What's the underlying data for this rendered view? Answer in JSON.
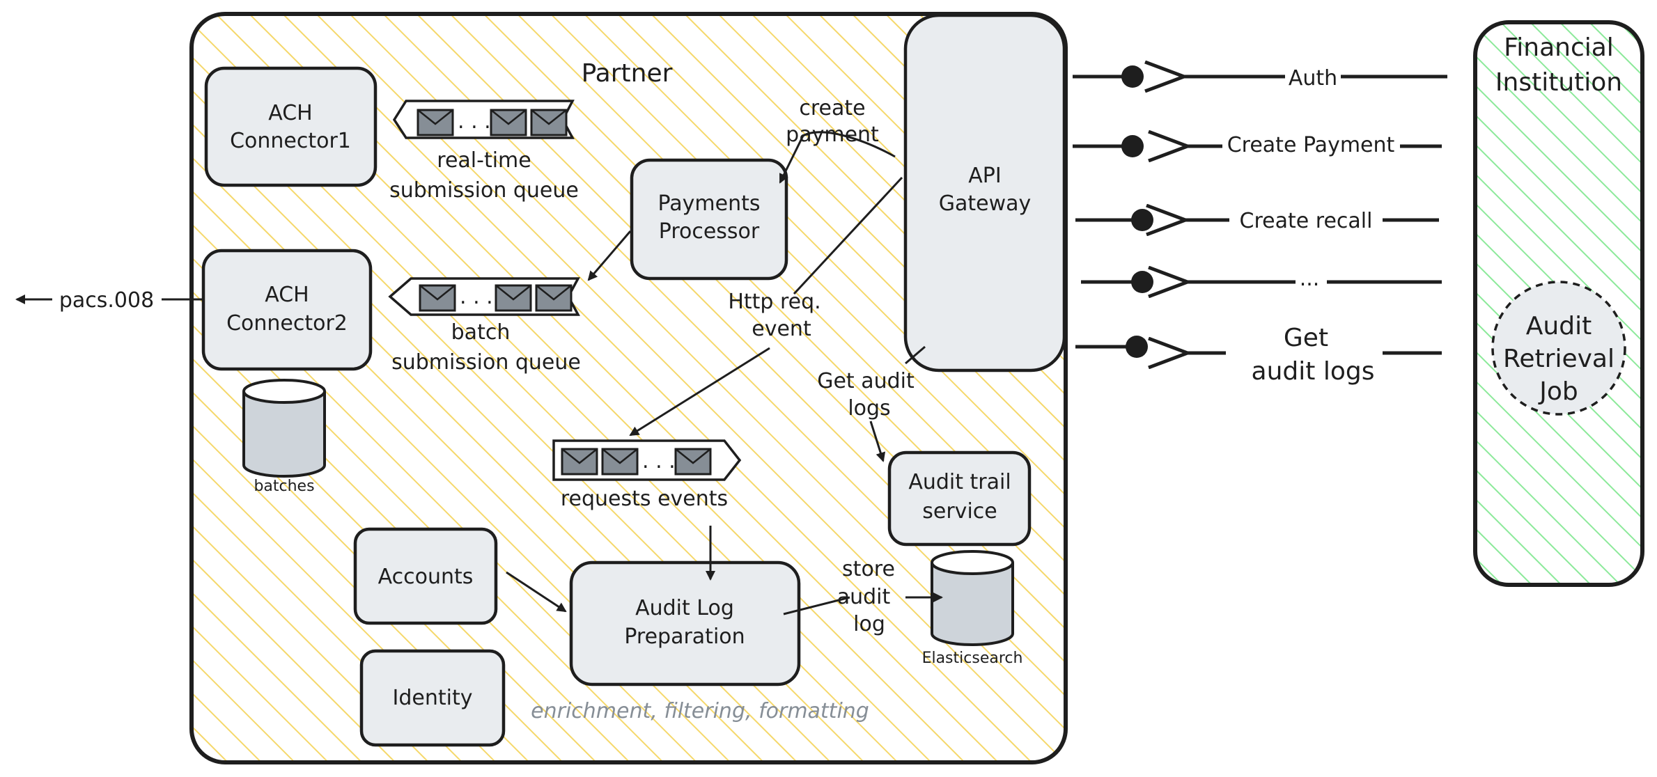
{
  "diagram": {
    "partner_label": "Partner",
    "financial_institution_label": [
      "Financial",
      "Institution"
    ],
    "nodes": {
      "ach_connector1": [
        "ACH",
        "Connector1"
      ],
      "ach_connector2": [
        "ACH",
        "Connector2"
      ],
      "payments_processor": [
        "Payments",
        "Processor"
      ],
      "api_gateway": [
        "API",
        "Gateway"
      ],
      "audit_trail_service": [
        "Audit trail",
        "service"
      ],
      "audit_log_preparation": [
        "Audit Log",
        "Preparation"
      ],
      "accounts": "Accounts",
      "identity": "Identity",
      "audit_retrieval_job": [
        "Audit",
        "Retrieval",
        "Job"
      ]
    },
    "queues": {
      "realtime": [
        "real-time",
        "submission queue"
      ],
      "batch": [
        "batch",
        "submission queue"
      ],
      "requests": "requests events"
    },
    "stores": {
      "batches": "batches",
      "elasticsearch": "Elasticsearch"
    },
    "edge_labels": {
      "create_payment": [
        "create",
        "payment"
      ],
      "http_req_event": [
        "Http req.",
        "event"
      ],
      "get_audit_logs": [
        "Get audit",
        "logs"
      ],
      "store_audit_log": [
        "store",
        "audit",
        "log"
      ],
      "pacs": "pacs.008",
      "auth": "Auth",
      "ext_create_payment": "Create Payment",
      "create_recall": "Create recall",
      "ellipsis": "...",
      "ext_get_audit_logs": [
        "Get",
        "audit logs"
      ]
    },
    "annotation": "enrichment, filtering, formatting",
    "colors": {
      "partner_hatch": "#f5d86b",
      "fi_hatch": "#8ce99a",
      "node_fill": "#e9ecef",
      "stroke": "#1e1e1e",
      "muted_text": "#868e96"
    }
  }
}
